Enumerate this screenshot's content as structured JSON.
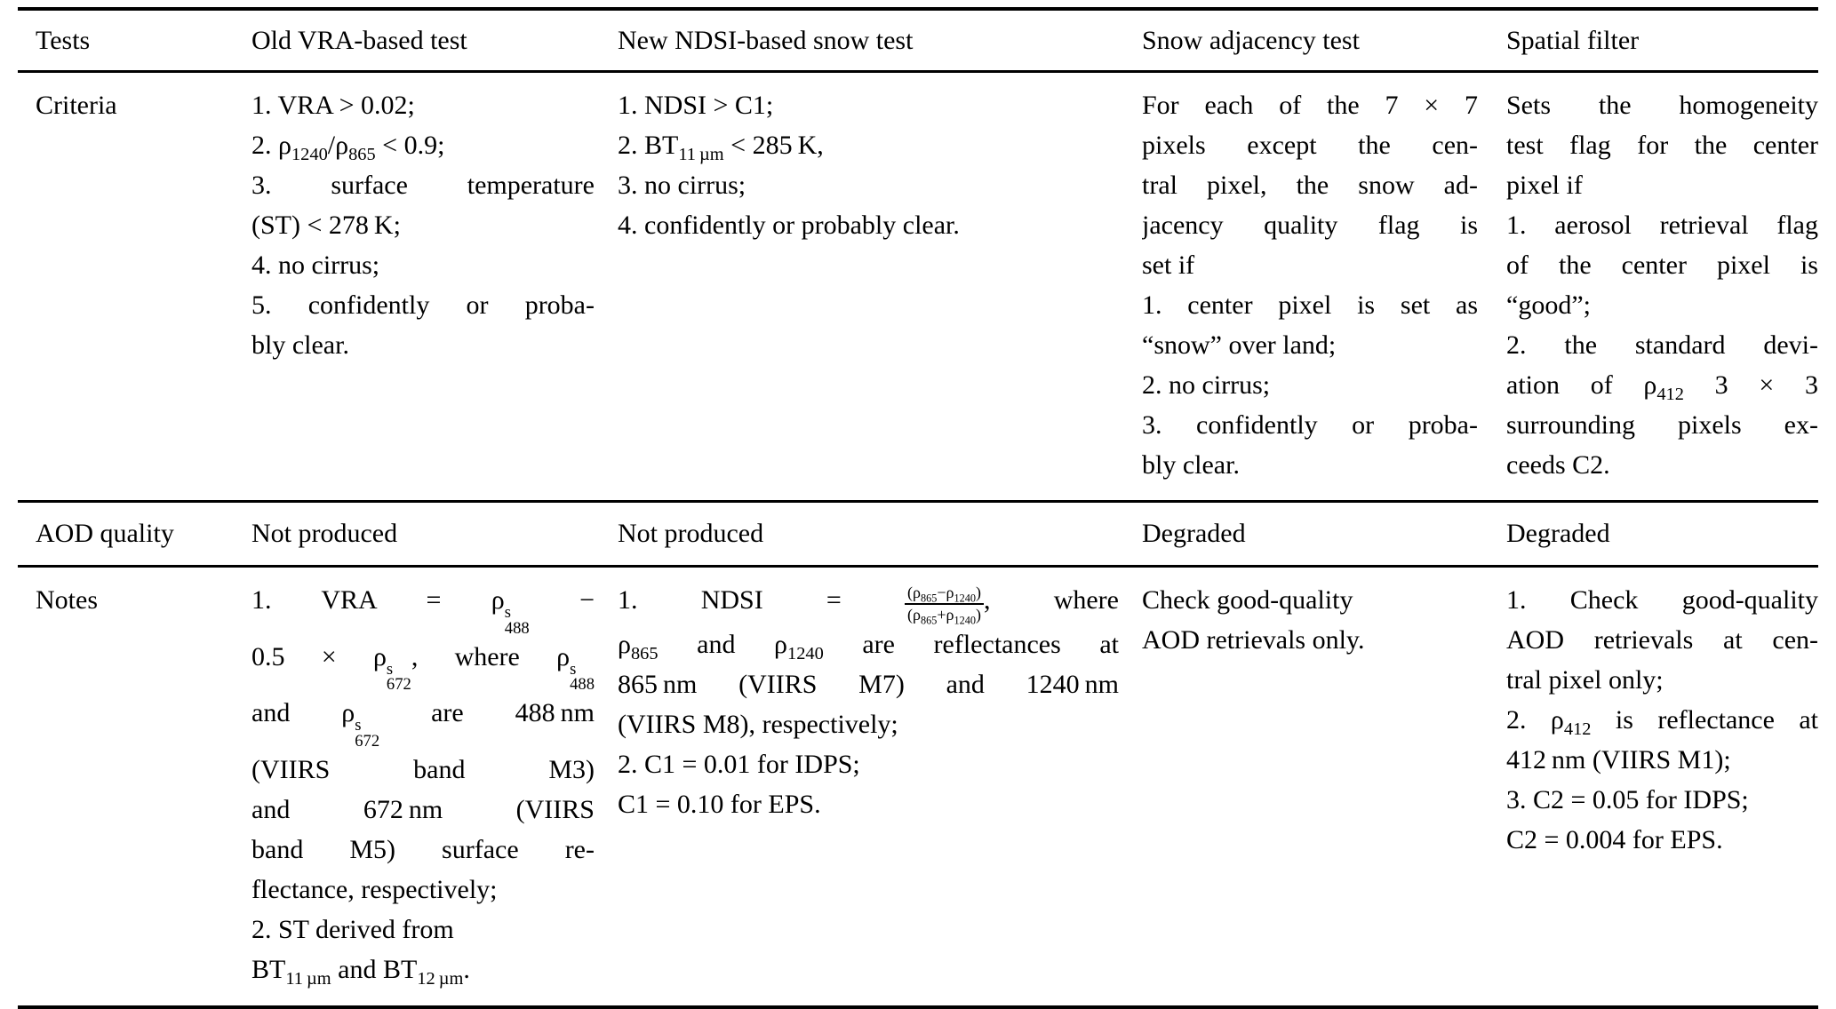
{
  "colors": {
    "text": "#000000",
    "background": "#ffffff",
    "rule": "#000000"
  },
  "table": {
    "column_headers": [
      "Tests",
      "Old VRA-based test",
      "New NDSI-based snow test",
      "Snow adjacency test",
      "Spatial filter"
    ],
    "rows": [
      {
        "label": "Criteria",
        "cells": [
          {
            "lines": [
              {
                "t": "1. VRA &gt; 0.02;",
                "j": false
              },
              {
                "t": "2. ρ<sub>1240</sub>/ρ<sub>865</sub> &lt; 0.9;",
                "j": false
              },
              {
                "t": "3. surface temperature",
                "j": true
              },
              {
                "t": "(ST) &lt; 278&thinsp;K;",
                "j": false
              },
              {
                "t": "4. no cirrus;",
                "j": false
              },
              {
                "t": "5. confidently or proba-",
                "j": true
              },
              {
                "t": "bly clear.",
                "j": false
              }
            ]
          },
          {
            "lines": [
              {
                "t": "1. NDSI &gt; C1;",
                "j": false
              },
              {
                "t": "2. BT<sub>11&thinsp;µm</sub> &lt; 285&thinsp;K,",
                "j": false
              },
              {
                "t": "3. no cirrus;",
                "j": false
              },
              {
                "t": "4. confidently or probably clear.",
                "j": false
              }
            ]
          },
          {
            "lines": [
              {
                "t": "For each of the 7 × 7",
                "j": true
              },
              {
                "t": "pixels except the cen-",
                "j": true
              },
              {
                "t": "tral pixel, the snow ad-",
                "j": true
              },
              {
                "t": "jacency quality flag is",
                "j": true
              },
              {
                "t": "set if",
                "j": false
              },
              {
                "t": "1. center pixel is set as",
                "j": true
              },
              {
                "t": "“snow” over land;",
                "j": false
              },
              {
                "t": "2. no cirrus;",
                "j": false
              },
              {
                "t": "3. confidently or proba-",
                "j": true
              },
              {
                "t": "bly clear.",
                "j": false
              }
            ]
          },
          {
            "lines": [
              {
                "t": "Sets the homogeneity",
                "j": true
              },
              {
                "t": "test flag for the center",
                "j": true
              },
              {
                "t": "pixel if",
                "j": false
              },
              {
                "t": "1. aerosol retrieval flag",
                "j": true
              },
              {
                "t": "of the center pixel is",
                "j": true
              },
              {
                "t": "“good”;",
                "j": false
              },
              {
                "t": "2. the standard devi-",
                "j": true
              },
              {
                "t": "ation of ρ<sub>412</sub> 3 × 3",
                "j": true
              },
              {
                "t": "surrounding pixels ex-",
                "j": true
              },
              {
                "t": "ceeds C2.",
                "j": false
              }
            ]
          }
        ]
      },
      {
        "label": "AOD quality",
        "cells": [
          {
            "lines": [
              {
                "t": "Not produced",
                "j": false
              }
            ]
          },
          {
            "lines": [
              {
                "t": "Not produced",
                "j": false
              }
            ]
          },
          {
            "lines": [
              {
                "t": "Degraded",
                "j": false
              }
            ]
          },
          {
            "lines": [
              {
                "t": "Degraded",
                "j": false
              }
            ]
          }
        ]
      },
      {
        "label": "Notes",
        "cells": [
          {
            "lines": [
              {
                "t": "1. VRA = ρ<span class=\"ss\"><span>s</span><span>488</span></span> −",
                "j": true
              },
              {
                "t": "0.5 × ρ<span class=\"ss\"><span>s</span><span>672</span></span>, where ρ<span class=\"ss\"><span>s</span><span>488</span></span>",
                "j": true
              },
              {
                "t": "and ρ<span class=\"ss\"><span>s</span><span>672</span></span> are 488&thinsp;nm",
                "j": true
              },
              {
                "t": "(VIIRS band M3)",
                "j": true
              },
              {
                "t": "and 672&thinsp;nm (VIIRS",
                "j": true
              },
              {
                "t": "band M5) surface re-",
                "j": true
              },
              {
                "t": "flectance, respectively;",
                "j": false
              },
              {
                "t": "2. ST derived from",
                "j": false
              },
              {
                "t": "BT<sub>11&thinsp;µm</sub> and BT<sub>12&thinsp;µm</sub>.",
                "j": false
              }
            ]
          },
          {
            "lines": [
              {
                "t": "1. NDSI = <span class=\"frac\"><span class=\"num\">(ρ<sub>865</sub>−ρ<sub>1240</sub>)</span><span class=\"den\">(ρ<sub>865</sub>+ρ<sub>1240</sub>)</span></span>, where",
                "j": true
              },
              {
                "t": "ρ<sub>865</sub> and ρ<sub>1240</sub> are reflectances at",
                "j": true
              },
              {
                "t": "865&thinsp;nm (VIIRS M7) and 1240&thinsp;nm",
                "j": true
              },
              {
                "t": "(VIIRS M8), respectively;",
                "j": false
              },
              {
                "t": "2. C1 = 0.01 for IDPS;",
                "j": false
              },
              {
                "t": "C1 = 0.10 for EPS.",
                "j": false
              }
            ]
          },
          {
            "lines": [
              {
                "t": "Check good-quality",
                "j": false
              },
              {
                "t": "AOD retrievals only.",
                "j": false
              }
            ]
          },
          {
            "lines": [
              {
                "t": "1. Check good-quality",
                "j": true
              },
              {
                "t": "AOD retrievals at cen-",
                "j": true
              },
              {
                "t": "tral pixel only;",
                "j": false
              },
              {
                "t": "2. ρ<sub>412</sub> is reflectance at",
                "j": true
              },
              {
                "t": "412&thinsp;nm (VIIRS M1);",
                "j": false
              },
              {
                "t": "3. C2 = 0.05 for IDPS;",
                "j": false
              },
              {
                "t": "C2 = 0.004 for EPS.",
                "j": false
              }
            ]
          }
        ]
      }
    ]
  }
}
